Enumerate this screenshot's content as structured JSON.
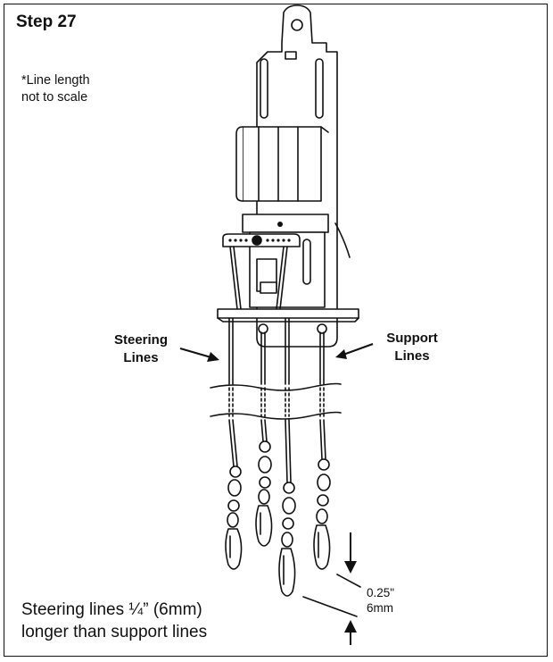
{
  "step": {
    "title": "Step 27"
  },
  "note": {
    "line1": "*Line length",
    "line2": "not to scale"
  },
  "labels": {
    "steering_line1": "Steering",
    "steering_line2": "Lines",
    "support_line1": "Support",
    "support_line2": "Lines"
  },
  "measurement": {
    "inches": "0.25\"",
    "mm": "6mm"
  },
  "caption": {
    "line1": "Steering lines ¼” (6mm)",
    "line2": "longer than support lines"
  }
}
